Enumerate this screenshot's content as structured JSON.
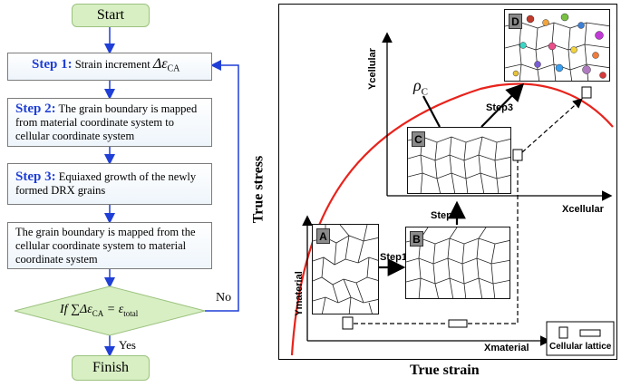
{
  "flowchart": {
    "start": "Start",
    "step1": {
      "label": "Step 1:",
      "text": "Strain increment",
      "symbol": "Δε",
      "subscript": "CA"
    },
    "step2": {
      "label": "Step 2:",
      "text": "The grain boundary is mapped from material coordinate system to cellular coordinate system"
    },
    "step3": {
      "label": "Step 3:",
      "text": "Equiaxed growth of the newly formed DRX grains"
    },
    "step4": {
      "text": "The grain boundary is mapped from the cellular coordinate system to material coordinate system"
    },
    "decision": {
      "if": "If",
      "sum": "∑Δε",
      "sub1": "CA",
      "eq": " = ε",
      "sub2": "total"
    },
    "no_label": "No",
    "yes_label": "Yes",
    "finish": "Finish"
  },
  "diagram": {
    "y_outer": "True stress",
    "x_outer": "True strain",
    "ymaterial": "Ymaterial",
    "xmaterial": "Xmaterial",
    "ycellular": "Ycellular",
    "xcellular": "Xcellular",
    "rho": "ρ",
    "rho_sub": "C",
    "step1": "Step1",
    "step2": "Step2",
    "step3": "Step3",
    "panels": [
      "A",
      "B",
      "C",
      "D"
    ],
    "legend": "Cellular lattice",
    "colors": {
      "curve": "#e8231c",
      "arrow_blue": "#1f3fd6",
      "term_fill": "#d8efc3"
    }
  }
}
